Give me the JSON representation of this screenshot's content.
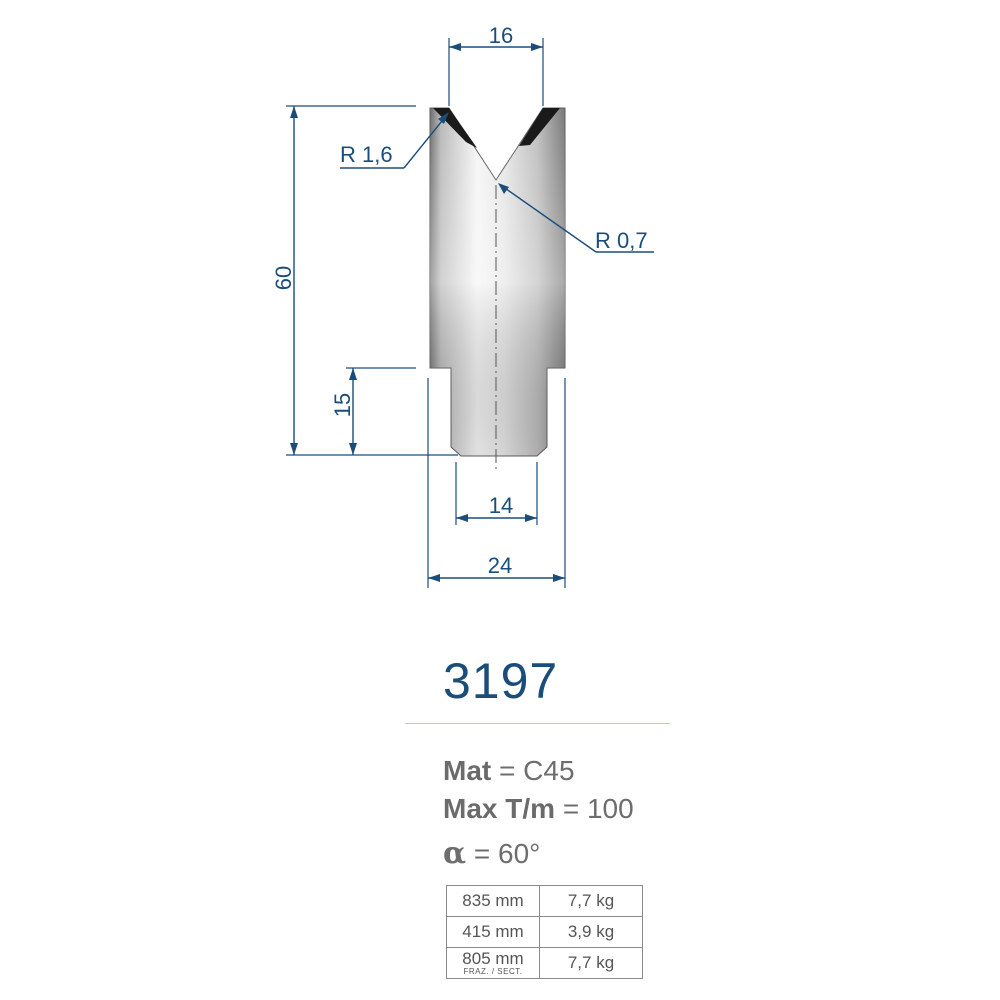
{
  "dimensions": {
    "top_width": "16",
    "total_height": "60",
    "tang_height": "15",
    "tang_width": "14",
    "body_width": "24",
    "radius_shoulder": "R 1,6",
    "radius_tip": "R 0,7"
  },
  "product": {
    "code": "3197",
    "material_label": "Mat",
    "material_value": "= C45",
    "max_load_label": "Max T/m",
    "max_load_value": "= 100",
    "angle_symbol": "α",
    "angle_value": "= 60°"
  },
  "weights": [
    {
      "length": "835 mm",
      "weight": "7,7  kg"
    },
    {
      "length": "415 mm",
      "weight": "3,9  kg"
    },
    {
      "length": "805 mm",
      "note": "FRAZ. / SECT.",
      "weight": "7,7  kg"
    }
  ],
  "colors": {
    "dimension": "#1b4d7a",
    "text_gray": "#6d6d6d",
    "steel_light": "#f2f2f2",
    "steel_dark": "#8c8c8c"
  }
}
